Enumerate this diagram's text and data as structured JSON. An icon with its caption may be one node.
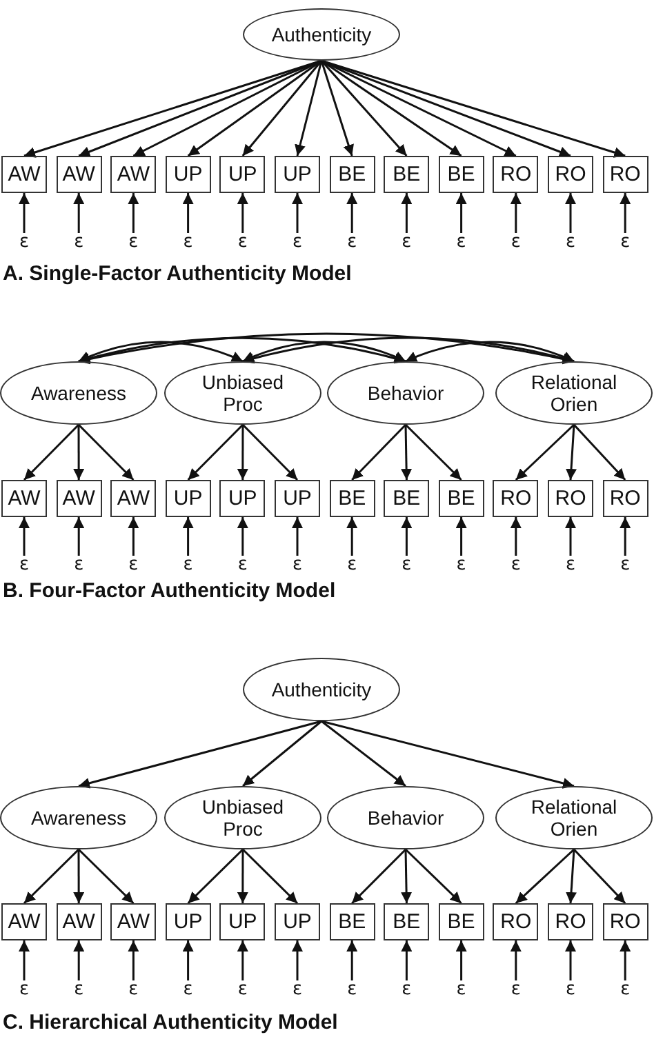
{
  "diagram": {
    "nodes": [
      {
        "text": [
          "Authenticity"
        ]
      },
      {
        "text": [
          "AW"
        ]
      },
      {
        "text": [
          "AW"
        ]
      },
      {
        "text": [
          "AW"
        ]
      },
      {
        "text": [
          "UP"
        ]
      },
      {
        "text": [
          "UP"
        ]
      },
      {
        "text": [
          "UP"
        ]
      },
      {
        "text": [
          "BE"
        ]
      },
      {
        "text": [
          "BE"
        ]
      },
      {
        "text": [
          "BE"
        ]
      },
      {
        "text": [
          "RO"
        ]
      },
      {
        "text": [
          "RO"
        ]
      },
      {
        "text": [
          "RO"
        ]
      },
      {
        "text": [
          "ε"
        ]
      },
      {
        "text": [
          "ε"
        ]
      },
      {
        "text": [
          "ε"
        ]
      },
      {
        "text": [
          "ε"
        ]
      },
      {
        "text": [
          "ε"
        ]
      },
      {
        "text": [
          "ε"
        ]
      },
      {
        "text": [
          "ε"
        ]
      },
      {
        "text": [
          "ε"
        ]
      },
      {
        "text": [
          "ε"
        ]
      },
      {
        "text": [
          "ε"
        ]
      },
      {
        "text": [
          "ε"
        ]
      },
      {
        "text": [
          "ε"
        ]
      },
      {
        "text": [
          "Awareness"
        ]
      },
      {
        "text": [
          "Unbiased Proc"
        ]
      },
      {
        "text": [
          "Behavior"
        ]
      },
      {
        "text": [
          "Relational Orien"
        ]
      },
      {
        "text": [
          "AW"
        ]
      },
      {
        "text": [
          "AW"
        ]
      },
      {
        "text": [
          "AW"
        ]
      },
      {
        "text": [
          "UP"
        ]
      },
      {
        "text": [
          "UP"
        ]
      },
      {
        "text": [
          "UP"
        ]
      },
      {
        "text": [
          "BE"
        ]
      },
      {
        "text": [
          "BE"
        ]
      },
      {
        "text": [
          "BE"
        ]
      },
      {
        "text": [
          "RO"
        ]
      },
      {
        "text": [
          "RO"
        ]
      },
      {
        "text": [
          "RO"
        ]
      },
      {
        "text": [
          "ε"
        ]
      },
      {
        "text": [
          "ε"
        ]
      },
      {
        "text": [
          "ε"
        ]
      },
      {
        "text": [
          "ε"
        ]
      },
      {
        "text": [
          "ε"
        ]
      },
      {
        "text": [
          "ε"
        ]
      },
      {
        "text": [
          "ε"
        ]
      },
      {
        "text": [
          "ε"
        ]
      },
      {
        "text": [
          "ε"
        ]
      },
      {
        "text": [
          "ε"
        ]
      },
      {
        "text": [
          "ε"
        ]
      },
      {
        "text": [
          "ε"
        ]
      },
      {
        "text": [
          "Authenticity"
        ]
      },
      {
        "text": [
          "Awareness"
        ]
      },
      {
        "text": [
          "Unbiased Proc"
        ]
      },
      {
        "text": [
          "Behavior"
        ]
      },
      {
        "text": [
          "Relational Orien"
        ]
      },
      {
        "text": [
          "AW"
        ]
      },
      {
        "text": [
          "AW"
        ]
      },
      {
        "text": [
          "AW"
        ]
      },
      {
        "text": [
          "UP"
        ]
      },
      {
        "text": [
          "UP"
        ]
      },
      {
        "text": [
          "UP"
        ]
      },
      {
        "text": [
          "BE"
        ]
      },
      {
        "text": [
          "BE"
        ]
      },
      {
        "text": [
          "BE"
        ]
      },
      {
        "text": [
          "RO"
        ]
      },
      {
        "text": [
          "RO"
        ]
      },
      {
        "text": [
          "RO"
        ]
      },
      {
        "text": [
          "ε"
        ]
      },
      {
        "text": [
          "ε"
        ]
      },
      {
        "text": [
          "ε"
        ]
      },
      {
        "text": [
          "ε"
        ]
      },
      {
        "text": [
          "ε"
        ]
      },
      {
        "text": [
          "ε"
        ]
      },
      {
        "text": [
          "ε"
        ]
      },
      {
        "text": [
          "ε"
        ]
      },
      {
        "text": [
          "ε"
        ]
      },
      {
        "text": [
          "ε"
        ]
      },
      {
        "text": [
          "ε"
        ]
      },
      {
        "text": [
          "ε"
        ]
      }
    ],
    "edges": [
      {
        "from": 0,
        "to": 1,
        "arrow": "to"
      },
      {
        "from": 0,
        "to": 2,
        "arrow": "to"
      },
      {
        "from": 0,
        "to": 3,
        "arrow": "to"
      },
      {
        "from": 0,
        "to": 4,
        "arrow": "to"
      },
      {
        "from": 0,
        "to": 5,
        "arrow": "to"
      },
      {
        "from": 0,
        "to": 6,
        "arrow": "to"
      },
      {
        "from": 0,
        "to": 7,
        "arrow": "to"
      },
      {
        "from": 0,
        "to": 8,
        "arrow": "to"
      },
      {
        "from": 0,
        "to": 9,
        "arrow": "to"
      },
      {
        "from": 0,
        "to": 10,
        "arrow": "to"
      },
      {
        "from": 0,
        "to": 11,
        "arrow": "to"
      },
      {
        "from": 0,
        "to": 12,
        "arrow": "to"
      },
      {
        "from": 13,
        "to": 1,
        "arrow": "to"
      },
      {
        "from": 14,
        "to": 2,
        "arrow": "to"
      },
      {
        "from": 15,
        "to": 3,
        "arrow": "to"
      },
      {
        "from": 16,
        "to": 4,
        "arrow": "to"
      },
      {
        "from": 17,
        "to": 5,
        "arrow": "to"
      },
      {
        "from": 18,
        "to": 6,
        "arrow": "to"
      },
      {
        "from": 19,
        "to": 7,
        "arrow": "to"
      },
      {
        "from": 20,
        "to": 8,
        "arrow": "to"
      },
      {
        "from": 21,
        "to": 9,
        "arrow": "to"
      },
      {
        "from": 22,
        "to": 10,
        "arrow": "to"
      },
      {
        "from": 23,
        "to": 11,
        "arrow": "to"
      },
      {
        "from": 24,
        "to": 12,
        "arrow": "to"
      },
      {
        "from": 25,
        "to": 26,
        "arrow": "both"
      },
      {
        "from": 25,
        "to": 27,
        "arrow": "both"
      },
      {
        "from": 25,
        "to": 28,
        "arrow": "both"
      },
      {
        "from": 26,
        "to": 27,
        "arrow": "both"
      },
      {
        "from": 26,
        "to": 28,
        "arrow": "both"
      },
      {
        "from": 27,
        "to": 28,
        "arrow": "both"
      },
      {
        "from": 25,
        "to": 29,
        "arrow": "to"
      },
      {
        "from": 25,
        "to": 30,
        "arrow": "to"
      },
      {
        "from": 25,
        "to": 31,
        "arrow": "to"
      },
      {
        "from": 26,
        "to": 32,
        "arrow": "to"
      },
      {
        "from": 26,
        "to": 33,
        "arrow": "to"
      },
      {
        "from": 26,
        "to": 34,
        "arrow": "to"
      },
      {
        "from": 27,
        "to": 35,
        "arrow": "to"
      },
      {
        "from": 27,
        "to": 36,
        "arrow": "to"
      },
      {
        "from": 27,
        "to": 37,
        "arrow": "to"
      },
      {
        "from": 28,
        "to": 38,
        "arrow": "to"
      },
      {
        "from": 28,
        "to": 39,
        "arrow": "to"
      },
      {
        "from": 28,
        "to": 40,
        "arrow": "to"
      },
      {
        "from": 41,
        "to": 29,
        "arrow": "to"
      },
      {
        "from": 42,
        "to": 30,
        "arrow": "to"
      },
      {
        "from": 43,
        "to": 31,
        "arrow": "to"
      },
      {
        "from": 44,
        "to": 32,
        "arrow": "to"
      },
      {
        "from": 45,
        "to": 33,
        "arrow": "to"
      },
      {
        "from": 46,
        "to": 34,
        "arrow": "to"
      },
      {
        "from": 47,
        "to": 35,
        "arrow": "to"
      },
      {
        "from": 48,
        "to": 36,
        "arrow": "to"
      },
      {
        "from": 49,
        "to": 37,
        "arrow": "to"
      },
      {
        "from": 50,
        "to": 38,
        "arrow": "to"
      },
      {
        "from": 51,
        "to": 39,
        "arrow": "to"
      },
      {
        "from": 52,
        "to": 40,
        "arrow": "to"
      },
      {
        "from": 53,
        "to": 54,
        "arrow": "to"
      },
      {
        "from": 53,
        "to": 55,
        "arrow": "to"
      },
      {
        "from": 53,
        "to": 56,
        "arrow": "to"
      },
      {
        "from": 53,
        "to": 57,
        "arrow": "to"
      },
      {
        "from": 54,
        "to": 58,
        "arrow": "to"
      },
      {
        "from": 54,
        "to": 59,
        "arrow": "to"
      },
      {
        "from": 54,
        "to": 60,
        "arrow": "to"
      },
      {
        "from": 55,
        "to": 61,
        "arrow": "to"
      },
      {
        "from": 55,
        "to": 62,
        "arrow": "to"
      },
      {
        "from": 55,
        "to": 63,
        "arrow": "to"
      },
      {
        "from": 56,
        "to": 64,
        "arrow": "to"
      },
      {
        "from": 56,
        "to": 65,
        "arrow": "to"
      },
      {
        "from": 56,
        "to": 66,
        "arrow": "to"
      },
      {
        "from": 57,
        "to": 67,
        "arrow": "to"
      },
      {
        "from": 57,
        "to": 68,
        "arrow": "to"
      },
      {
        "from": 57,
        "to": 69,
        "arrow": "to"
      },
      {
        "from": 70,
        "to": 58,
        "arrow": "to"
      },
      {
        "from": 71,
        "to": 59,
        "arrow": "to"
      },
      {
        "from": 72,
        "to": 60,
        "arrow": "to"
      },
      {
        "from": 73,
        "to": 61,
        "arrow": "to"
      },
      {
        "from": 74,
        "to": 62,
        "arrow": "to"
      },
      {
        "from": 75,
        "to": 63,
        "arrow": "to"
      },
      {
        "from": 76,
        "to": 64,
        "arrow": "to"
      },
      {
        "from": 77,
        "to": 65,
        "arrow": "to"
      },
      {
        "from": 78,
        "to": 66,
        "arrow": "to"
      },
      {
        "from": 79,
        "to": 67,
        "arrow": "to"
      },
      {
        "from": 80,
        "to": 68,
        "arrow": "to"
      },
      {
        "from": 81,
        "to": 69,
        "arrow": "to"
      }
    ],
    "labels": [
      "A. Single-Factor Authenticity Model",
      "B. Four-Factor Authenticity Model",
      "C. Hierarchical Authenticity Model"
    ]
  }
}
